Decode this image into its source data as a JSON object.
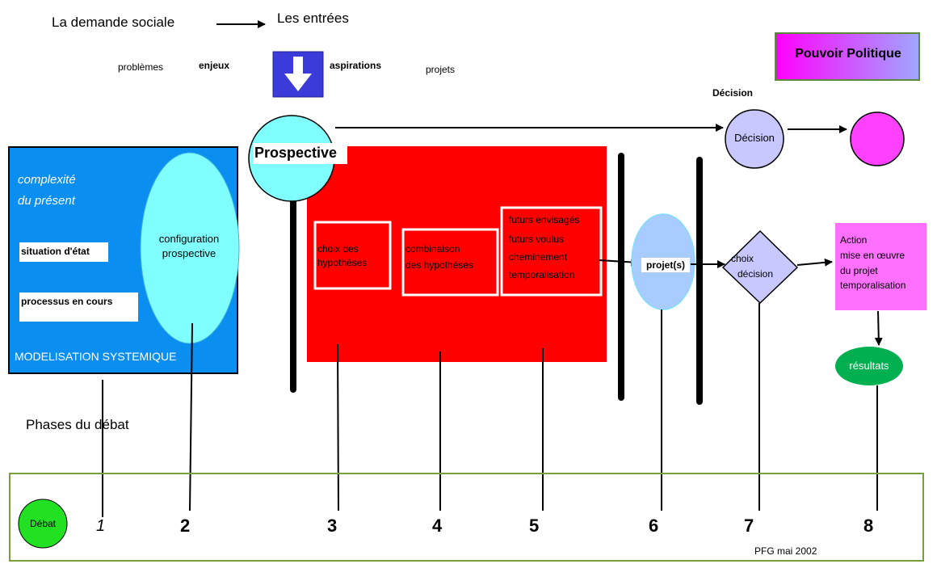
{
  "header": {
    "demand_label": "La demande sociale",
    "entries_label": "Les entrées"
  },
  "inputs": {
    "problems": "problèmes",
    "stakes": "enjeux",
    "aspirations": "aspirations",
    "projects": "projets"
  },
  "power_box": "Pouvoir Politique",
  "decision_top_label": "Décision",
  "decision_circle": "Décision",
  "prospective_circle": "Prospective",
  "model_box": {
    "title_line1": "complexité",
    "title_line2": "du présent",
    "state": "situation d'état",
    "process": "processus en cours",
    "footer": "MODELISATION SYSTEMIQUE",
    "ellipse_line1": "configuration",
    "ellipse_line2": "prospective"
  },
  "red_box": {
    "box1_line1": "choix des",
    "box1_line2": "hypothèses",
    "box2_line1": "combinaison",
    "box2_line2": "des hypothèses",
    "box3_line1": "futurs envisagés",
    "box3_line2": "futurs voulus",
    "box3_line3": "cheminement",
    "box3_line4": "temporalisation"
  },
  "projects_ellipse": "projet(s)",
  "choice_diamond": {
    "line1": "choix",
    "line2": "décision"
  },
  "action_box": {
    "line1": "Action",
    "line2": "mise en œuvre",
    "line3": "du projet",
    "line4": "temporalisation"
  },
  "results": "résultats",
  "phases_label": "Phases du débat",
  "debate_circle": "Débat",
  "phase_numbers": [
    "1",
    "2",
    "3",
    "4",
    "5",
    "6",
    "7",
    "8"
  ],
  "credit": "PFG mai 2002",
  "colors": {
    "model_blue": "#0a8ff0",
    "light_cyan": "#80ffff",
    "red": "#ff0000",
    "lavender": "#c8c8ff",
    "magenta": "#ff40ff",
    "action_pink": "#ff70ff",
    "green": "#00b050",
    "debate_green": "#22e022",
    "arrow_blue": "#3b3bd9",
    "olive_border": "#78a03c"
  }
}
